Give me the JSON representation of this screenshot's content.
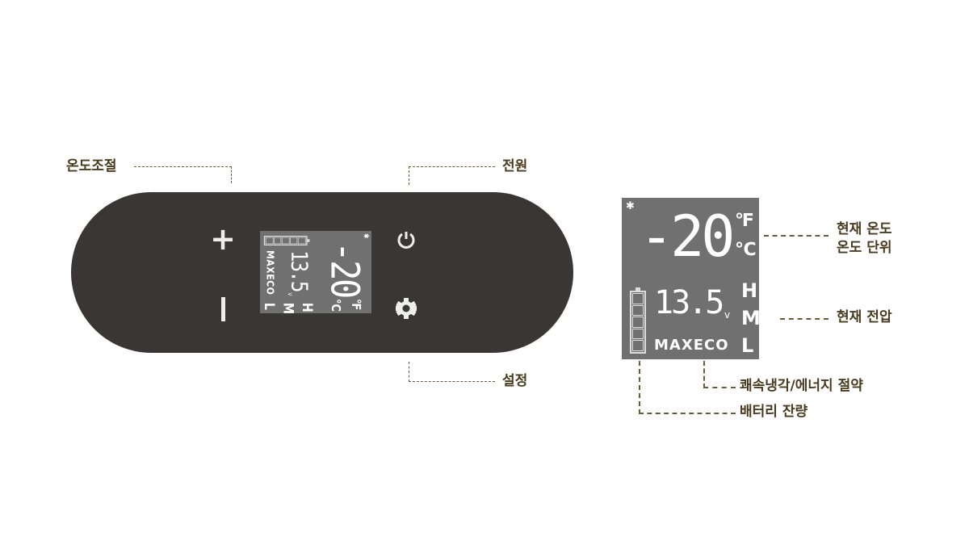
{
  "callouts": {
    "temp_control": "온도조절",
    "power": "전원",
    "settings": "설정",
    "current_temp": "현재 온도",
    "temp_unit": "온도 단위",
    "current_voltage": "현재 전압",
    "mode": "쾌속냉각/에너지 절약",
    "battery": "배터리 잔량"
  },
  "panel": {
    "plus": "+",
    "minus": "−"
  },
  "display": {
    "bluetooth": "✱",
    "temperature": "-20",
    "unit_f": "℉",
    "unit_c": "℃",
    "voltage": "13.5",
    "voltage_unit": "v",
    "levels": [
      "H",
      "M",
      "L"
    ],
    "mode_text": "MAXECO",
    "battery_bars": 5
  },
  "colors": {
    "panel": "#3a3635",
    "lcd": "#707070",
    "label": "#4a3b1f"
  }
}
